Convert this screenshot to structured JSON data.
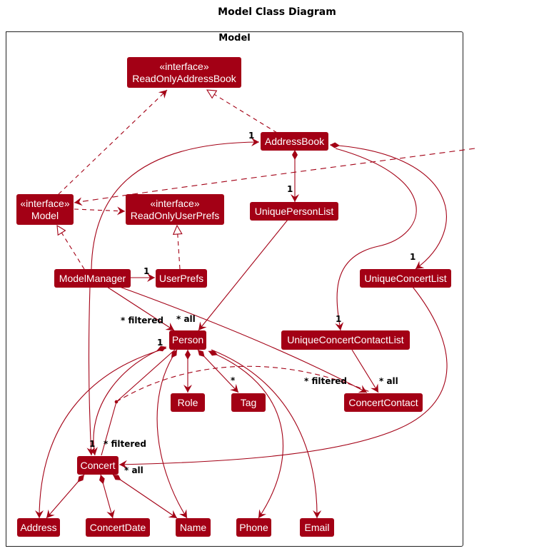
{
  "title": "Model Class Diagram",
  "package": "Model",
  "colors": {
    "class_fill": "#A30015",
    "edge": "#A30015",
    "text": "#ffffff",
    "frame": "#222222"
  },
  "classes": {
    "readOnlyAddressBook": {
      "stereotype": "«interface»",
      "name": "ReadOnlyAddressBook"
    },
    "addressBook": {
      "name": "AddressBook"
    },
    "model": {
      "stereotype": "«interface»",
      "name": "Model"
    },
    "readOnlyUserPrefs": {
      "stereotype": "«interface»",
      "name": "ReadOnlyUserPrefs"
    },
    "uniquePersonList": {
      "name": "UniquePersonList"
    },
    "modelManager": {
      "name": "ModelManager"
    },
    "userPrefs": {
      "name": "UserPrefs"
    },
    "uniqueConcertList": {
      "name": "UniqueConcertList"
    },
    "person": {
      "name": "Person"
    },
    "uniqueConcertContactList": {
      "name": "UniqueConcertContactList"
    },
    "role": {
      "name": "Role"
    },
    "tag": {
      "name": "Tag"
    },
    "concertContact": {
      "name": "ConcertContact"
    },
    "concert": {
      "name": "Concert"
    },
    "address": {
      "name": "Address"
    },
    "concertDate": {
      "name": "ConcertDate"
    },
    "name": {
      "name": "Name"
    },
    "phone": {
      "name": "Phone"
    },
    "email": {
      "name": "Email"
    }
  },
  "multiplicities": {
    "mm_to_addressbook": "1",
    "ab_to_upl": "1",
    "mm_to_userprefs": "1",
    "ab_to_ucl": "1",
    "ab_to_uccl": "1",
    "mm_person_filtered": "* filtered",
    "upl_person_all": "* all",
    "person_one": "1",
    "person_tag": "*",
    "cc_filtered": "* filtered",
    "cc_all": "* all",
    "concert_one": "1",
    "concert_filtered": "* filtered",
    "concert_all": "* all"
  },
  "relationships": [
    {
      "from": "Model",
      "to": "ReadOnlyAddressBook",
      "type": "dependency"
    },
    {
      "from": "AddressBook",
      "to": "ReadOnlyAddressBook",
      "type": "realization"
    },
    {
      "from": "Model",
      "to": "ReadOnlyUserPrefs",
      "type": "dependency"
    },
    {
      "from": "ModelManager",
      "to": "Model",
      "type": "realization"
    },
    {
      "from": "UserPrefs",
      "to": "ReadOnlyUserPrefs",
      "type": "realization"
    },
    {
      "from": "ModelManager",
      "to": "AddressBook",
      "type": "association",
      "multiplicity": "1"
    },
    {
      "from": "ModelManager",
      "to": "UserPrefs",
      "type": "association",
      "multiplicity": "1"
    },
    {
      "from": "AddressBook",
      "to": "UniquePersonList",
      "type": "composition",
      "multiplicity": "1"
    },
    {
      "from": "AddressBook",
      "to": "UniqueConcertList",
      "type": "composition",
      "multiplicity": "1"
    },
    {
      "from": "AddressBook",
      "to": "UniqueConcertContactList",
      "type": "composition",
      "multiplicity": "1"
    },
    {
      "from": "UniquePersonList",
      "to": "Person",
      "type": "association",
      "multiplicity": "* all"
    },
    {
      "from": "ModelManager",
      "to": "Person",
      "type": "association",
      "multiplicity": "* filtered"
    },
    {
      "from": "ModelManager",
      "to": "ConcertContact",
      "type": "association",
      "multiplicity": "* filtered"
    },
    {
      "from": "UniqueConcertContactList",
      "to": "ConcertContact",
      "type": "association",
      "multiplicity": "* all"
    },
    {
      "from": "UniqueConcertList",
      "to": "Concert",
      "type": "association",
      "multiplicity": "* all"
    },
    {
      "from": "ModelManager",
      "to": "Concert",
      "type": "association",
      "multiplicity": "* filtered"
    },
    {
      "from": "Person",
      "to": "Role",
      "type": "composition"
    },
    {
      "from": "Person",
      "to": "Tag",
      "type": "composition",
      "multiplicity": "*"
    },
    {
      "from": "Person",
      "to": "Name",
      "type": "composition"
    },
    {
      "from": "Person",
      "to": "Phone",
      "type": "composition"
    },
    {
      "from": "Person",
      "to": "Email",
      "type": "composition"
    },
    {
      "from": "Person",
      "to": "Address",
      "type": "composition"
    },
    {
      "from": "Person",
      "to": "Concert",
      "type": "composition",
      "multiplicity": "1"
    },
    {
      "from": "Concert",
      "to": "Address",
      "type": "composition"
    },
    {
      "from": "Concert",
      "to": "ConcertDate",
      "type": "composition"
    },
    {
      "from": "Concert",
      "to": "Name",
      "type": "composition"
    }
  ]
}
